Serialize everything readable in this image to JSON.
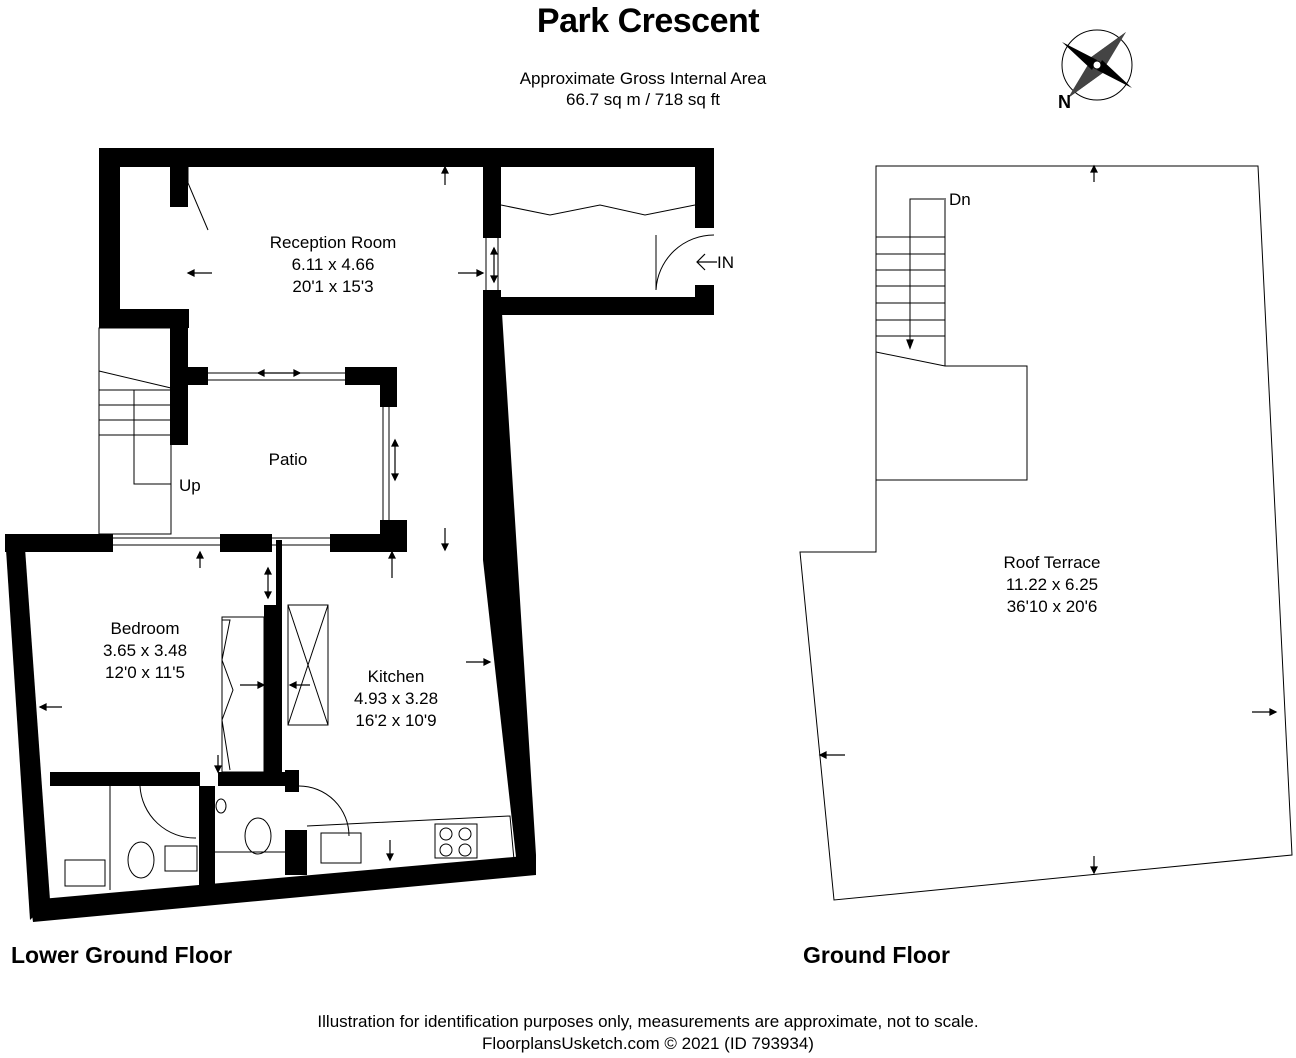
{
  "title": "Park Crescent",
  "area": {
    "line1": "Approximate Gross Internal Area",
    "line2": "66.7 sq m / 718 sq ft"
  },
  "compass": {
    "north_label": "N"
  },
  "lower_ground": {
    "label": "Lower Ground Floor",
    "entrance_label": "IN",
    "stairs_label": "Up",
    "rooms": {
      "reception": {
        "name": "Reception Room",
        "metric": "6.11 x 4.66",
        "imperial": "20'1 x 15'3"
      },
      "patio": {
        "name": "Patio"
      },
      "bedroom": {
        "name": "Bedroom",
        "metric": "3.65 x 3.48",
        "imperial": "12'0 x 11'5"
      },
      "kitchen": {
        "name": "Kitchen",
        "metric": "4.93 x 3.28",
        "imperial": "16'2 x 10'9"
      }
    }
  },
  "ground": {
    "label": "Ground Floor",
    "stairs_label": "Dn",
    "rooms": {
      "roof_terrace": {
        "name": "Roof Terrace",
        "metric": "11.22 x 6.25",
        "imperial": "36'10 x 20'6"
      }
    }
  },
  "footer": {
    "line1": "Illustration for identification purposes only, measurements are approximate, not to scale.",
    "line2": "FloorplansUsketch.com © 2021 (ID 793934)"
  }
}
